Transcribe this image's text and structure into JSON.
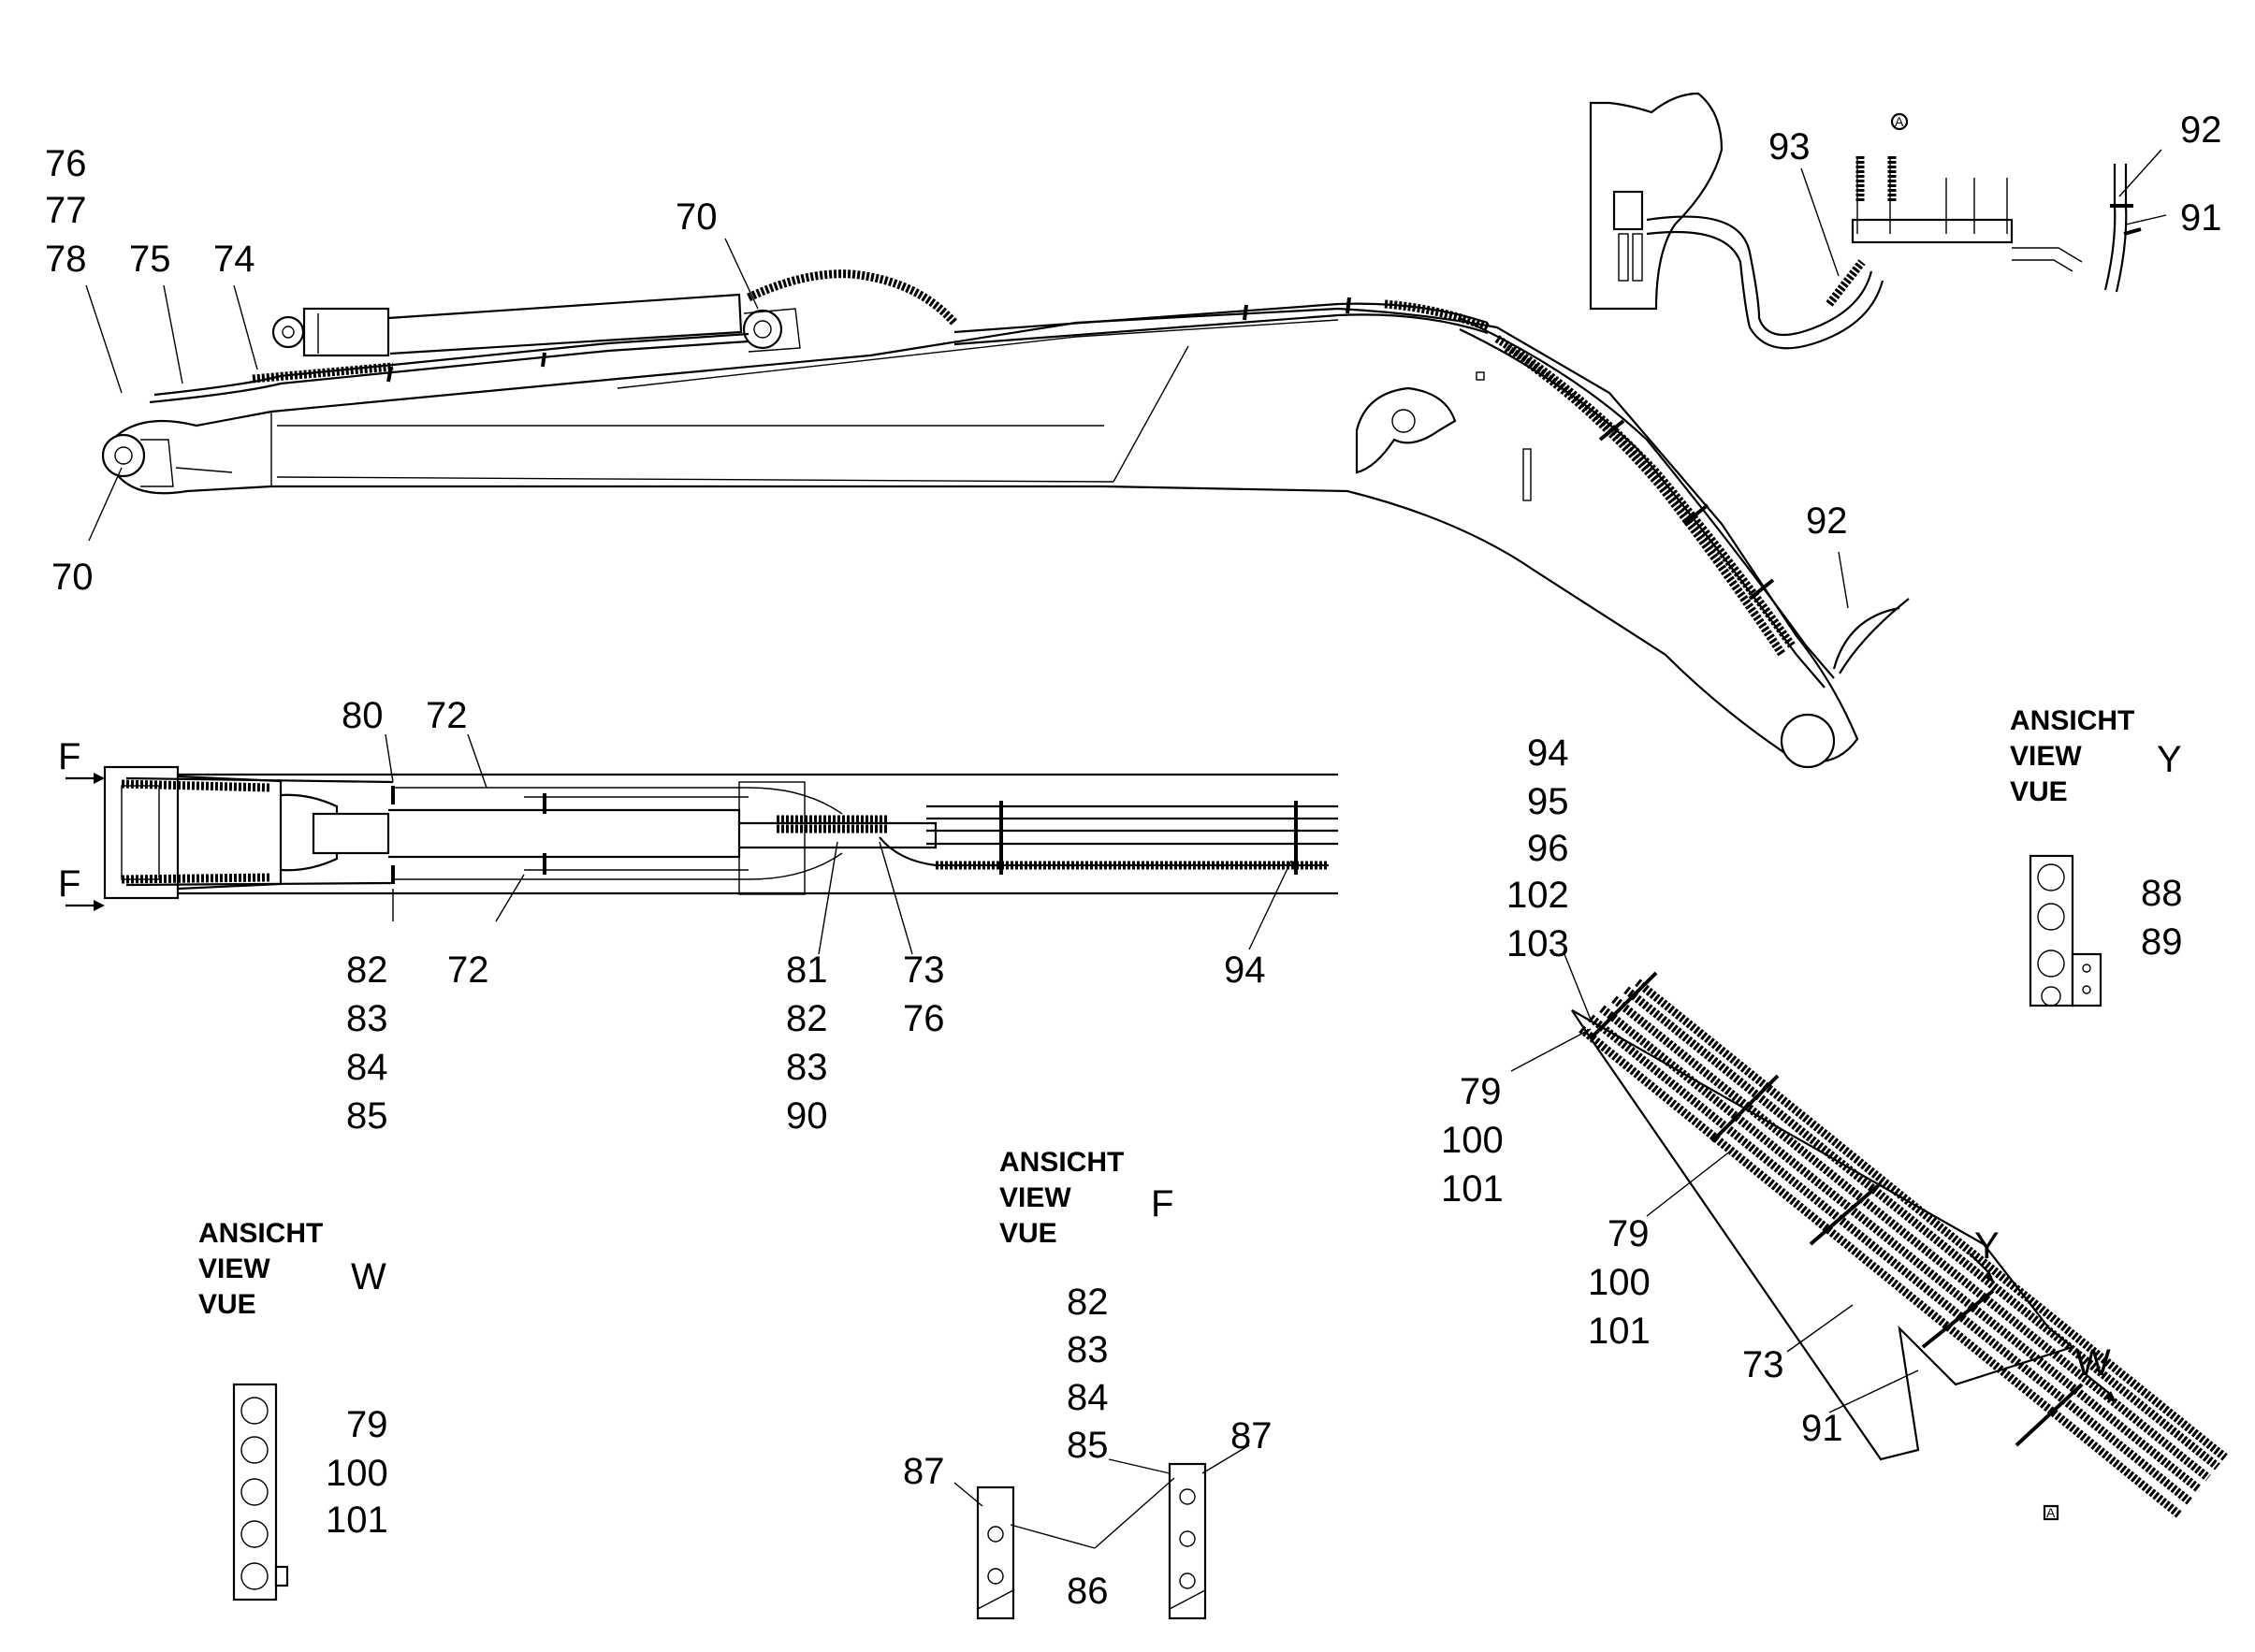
{
  "diagram": {
    "labels": {
      "side_top_left": [
        "76",
        "77",
        "78"
      ],
      "side_top_75": "75",
      "side_top_74": "74",
      "side_top_70": "70",
      "side_bottom_70": "70",
      "side_right_92": "92",
      "inset_93": "93",
      "inset_92": "92",
      "inset_91": "91",
      "inset_detail_mark": "A",
      "plan_80": "80",
      "plan_72_top": "72",
      "plan_72_bottom": "72",
      "plan_left_group": [
        "82",
        "83",
        "84",
        "85"
      ],
      "plan_mid_group": [
        "81",
        "82",
        "83",
        "90"
      ],
      "plan_73_76": [
        "73",
        "76"
      ],
      "plan_94": "94",
      "plan_view_marker_1": "F",
      "plan_view_marker_2": "F",
      "detail_top_group": [
        "94",
        "95",
        "96",
        "102",
        "103"
      ],
      "detail_group_1": [
        "79",
        "100",
        "101"
      ],
      "detail_group_2": [
        "79",
        "100",
        "101"
      ],
      "detail_73": "73",
      "detail_91": "91",
      "detail_y_marker": "Y",
      "detail_w_marker": "W",
      "detail_a_mark": "A",
      "view_y_89_88": [
        "88",
        "89"
      ],
      "view_w_group": [
        "79",
        "100",
        "101"
      ],
      "view_f_group": [
        "82",
        "83",
        "84",
        "85"
      ],
      "view_f_87_left": "87",
      "view_f_87_right": "87",
      "view_f_86": "86"
    },
    "view_headers": {
      "y": {
        "lines": [
          "ANSICHT",
          "VIEW",
          "VUE"
        ],
        "letter": "Y"
      },
      "w": {
        "lines": [
          "ANSICHT",
          "VIEW",
          "VUE"
        ],
        "letter": "W"
      },
      "f": {
        "lines": [
          "ANSICHT",
          "VIEW",
          "VUE"
        ],
        "letter": "F"
      }
    }
  }
}
